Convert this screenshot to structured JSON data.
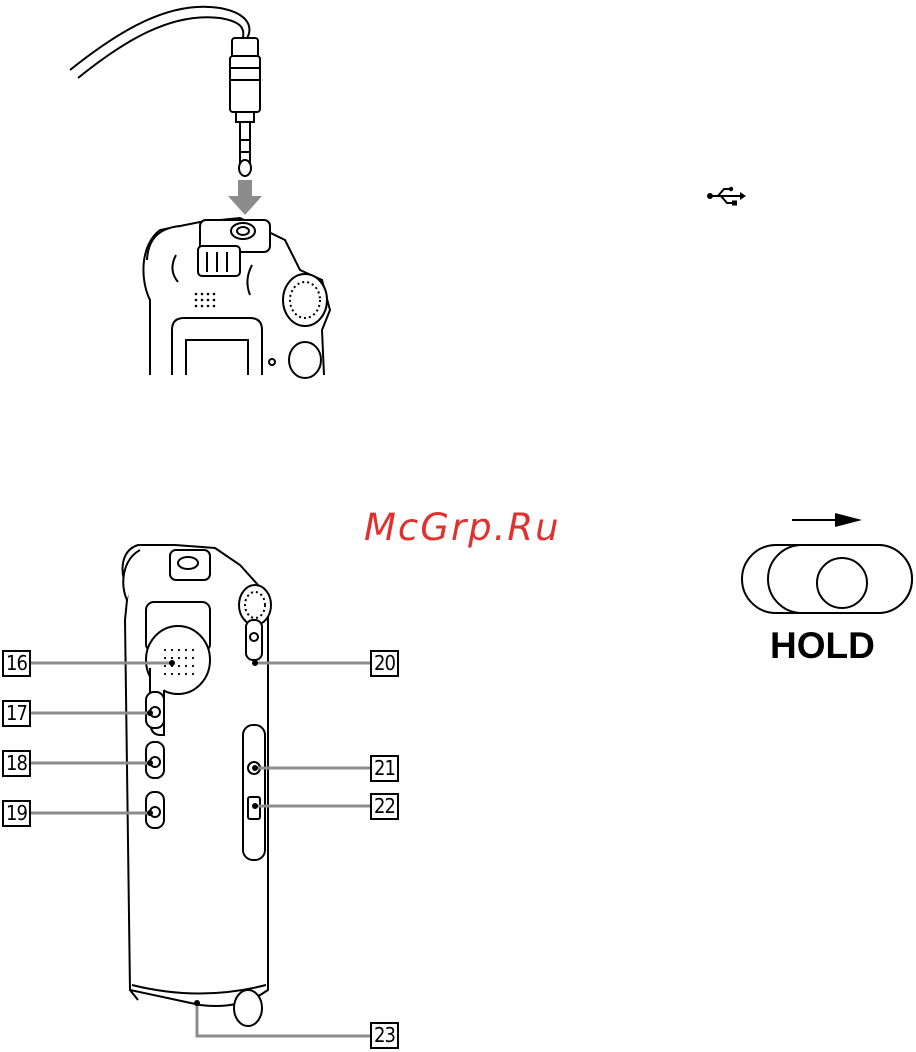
{
  "watermark": "McGrp.Ru",
  "hold_switch": {
    "label": "HOLD"
  },
  "callouts": {
    "c16": "16",
    "c17": "17",
    "c18": "18",
    "c19": "19",
    "c20": "20",
    "c21": "21",
    "c22": "22",
    "c23": "23"
  },
  "icons": {
    "usb": "usb-icon",
    "arrow": "down-arrow-icon"
  },
  "colors": {
    "watermark": "#e0312e",
    "line": "#000000",
    "arrow": "#8c8c8c"
  }
}
